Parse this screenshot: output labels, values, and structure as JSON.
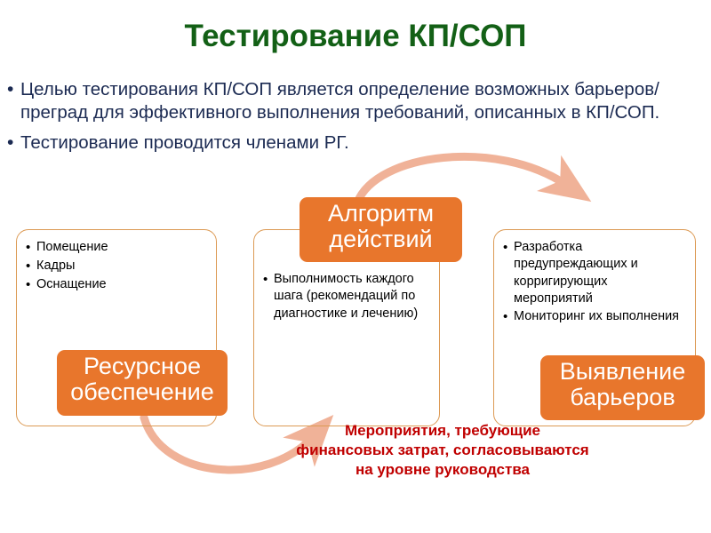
{
  "slide": {
    "title": "Тестирование КП/СОП",
    "title_color": "#136016",
    "background": "#ffffff"
  },
  "body_bullets": [
    "Целью тестирования КП/СОП является определение возможных барьеров/преград для эффективного выполнения требований, описанных в КП/СОП.",
    "Тестирование проводится членами РГ."
  ],
  "body_text_color": "#1b2a52",
  "bullet_glyph": "•",
  "boxes": [
    {
      "id": "resources",
      "items": [
        "Помещение",
        "Кадры",
        "Оснащение"
      ],
      "border_color": "#dc9a54"
    },
    {
      "id": "algorithm",
      "items": [
        "Выполнимость каждого шага (рекомендаций по диагностике и лечению)"
      ],
      "border_color": "#dc9a54"
    },
    {
      "id": "barriers",
      "items": [
        "Разработка предупреждающих и корригирующих мероприятий",
        "Мониторинг их выполнения"
      ],
      "border_color": "#dc9a54"
    }
  ],
  "chips": [
    {
      "id": "resources",
      "label": "Ресурсное обеспечение",
      "color": "#e8762c",
      "text_color": "#ffffff"
    },
    {
      "id": "algorithm",
      "label": "Алгоритм действий",
      "color": "#e8762c",
      "text_color": "#ffffff"
    },
    {
      "id": "barriers",
      "label": "Выявление барьеров",
      "color": "#e8762c",
      "text_color": "#ffffff"
    }
  ],
  "arrows": {
    "color": "#f0b298",
    "top_arrow_direction": "left-to-right-over-top",
    "bottom_arrow_direction": "left-to-right-under-bottom"
  },
  "red_note": {
    "text": "Мероприятия, требующие финансовых затрат, согласовываются на уровне руководства",
    "color": "#c00000"
  }
}
